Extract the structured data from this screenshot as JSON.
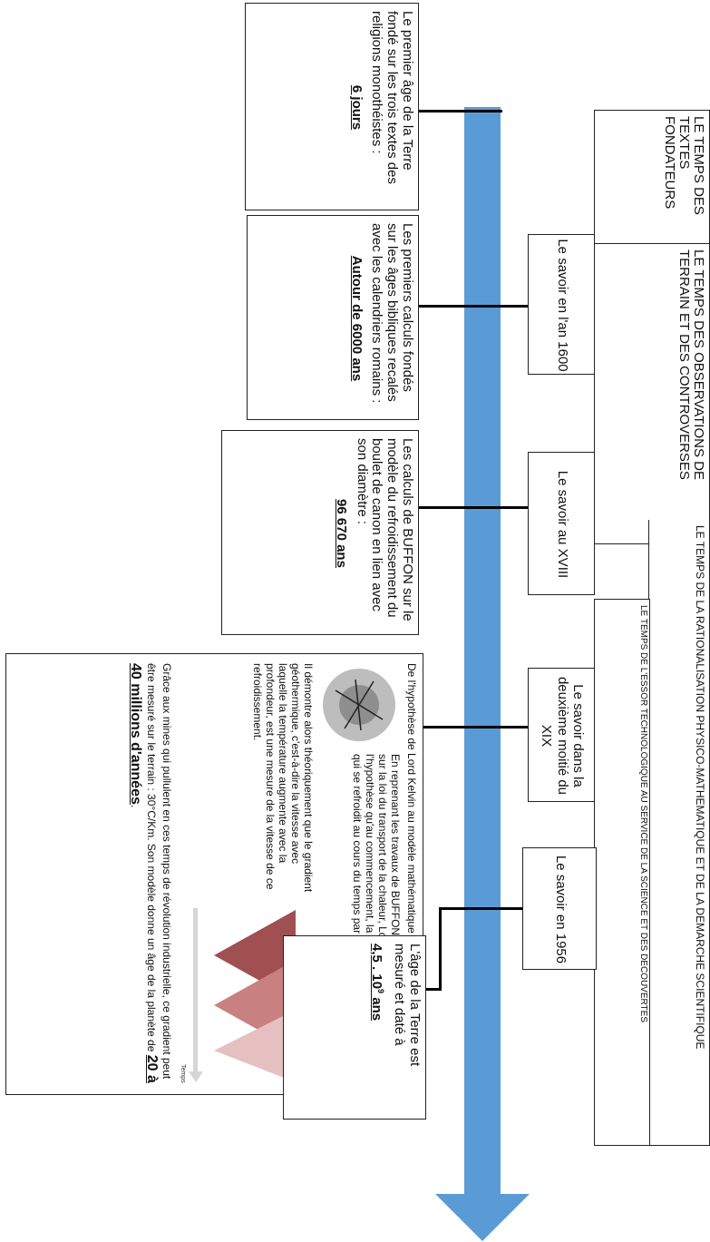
{
  "eras": {
    "era1": "LE TEMPS DES TEXTES FONDATEURS",
    "era2": "LE TEMPS DES OBSERVATIONS DE TERRAIN ET DES CONTROVERSES",
    "era3": "LE TEMPS DE LA RATIONALISATION PHYSICO-MATHEMATIQUE ET DE LA DEMARCHE SCIENTIFIQUE",
    "era4": "LE TEMPS DE L'ESSOR TECHNOLOGIQUE AU SERVICE DE LA SCIENCE ET DES DECOUVERTES"
  },
  "periods": [
    "Le savoir en l'an 1600",
    "Le savoir au XVIII",
    "Le savoir dans la deuxième moitié du XIX",
    "Le savoir en 1956"
  ],
  "facts": {
    "f1_text": "Le premier âge de la Terre fondé sur les trois textes des religions monothéistes :",
    "f1_age": "6 jours",
    "f2_text": "Les premiers calculs fondés sur les âges bibliques recalés avec les calendriers romains :",
    "f2_age": "Autour de 6000 ans",
    "f3_text": "Les calculs de BUFFON sur le modèle du refroidissement du boulet de canon en lien avec son diamètre :",
    "f3_age": "96 670 ans",
    "f5_text": "L'âge de la Terre est mesuré et daté à",
    "f5_age_base": "4,5 . 10",
    "f5_age_exp": "9",
    "f5_age_unit": " ans"
  },
  "kelvin": {
    "intro": "De l'hypothèse de Lord Kelvin au modèle mathématique :",
    "para1": "En reprenant les travaux de BUFFON et ceux de Joseph FOURIER sur la loi du transport de la chaleur, Lord KELVIN va émettre l'hypothèse qu'au commencement, la Terre était une boule en fusion qui se refroidit au cours du temps par conduction de la chaleur.",
    "para2": "Il démontre alors théoriquement que le gradient géothermique, c'est-à-dire la vitesse avec laquelle la température augmente avec la profondeur, est une mesure de la vitesse de ce refroidissement.",
    "para3": "Grâce aux mines qui pullulent en ces temps de révolution industrielle, ce gradient peut être mesuré sur le terrain : 30°C/Km. Son modèle donne un âge de la planète de",
    "big": "20 à 40 millions d'années",
    "end": ".",
    "temps_label": "Temps"
  },
  "colors": {
    "arrow": "#5b9bd5"
  }
}
